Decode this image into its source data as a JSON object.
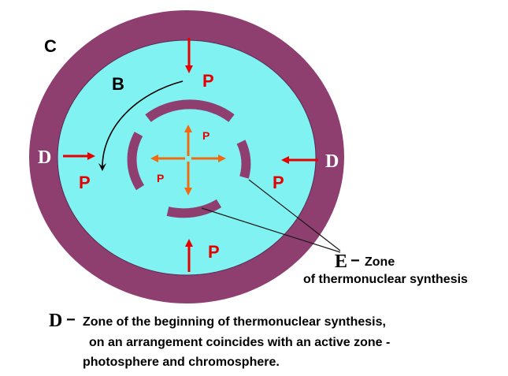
{
  "labels": {
    "C": "C",
    "B": "B",
    "D_left": "D",
    "D_right": "D",
    "P": "P",
    "E": "E",
    "dash": "−"
  },
  "legend_e": {
    "line1": "Zone",
    "line2": "of thermonuclear synthesis"
  },
  "legend_d": {
    "line1": "Zone of the beginning of thermonuclear synthesis,",
    "line2": "on an arrangement coincides with an active zone -",
    "line3": "photosphere and chromosphere."
  },
  "colors": {
    "outer_ring": "#8e3f70",
    "inner_fill": "#80f2f2",
    "arc": "#8e3f70",
    "red_arrow": "#e60000",
    "orange_arrow": "#f26a10",
    "pressure_label": "#e60000",
    "text": "#000000"
  }
}
